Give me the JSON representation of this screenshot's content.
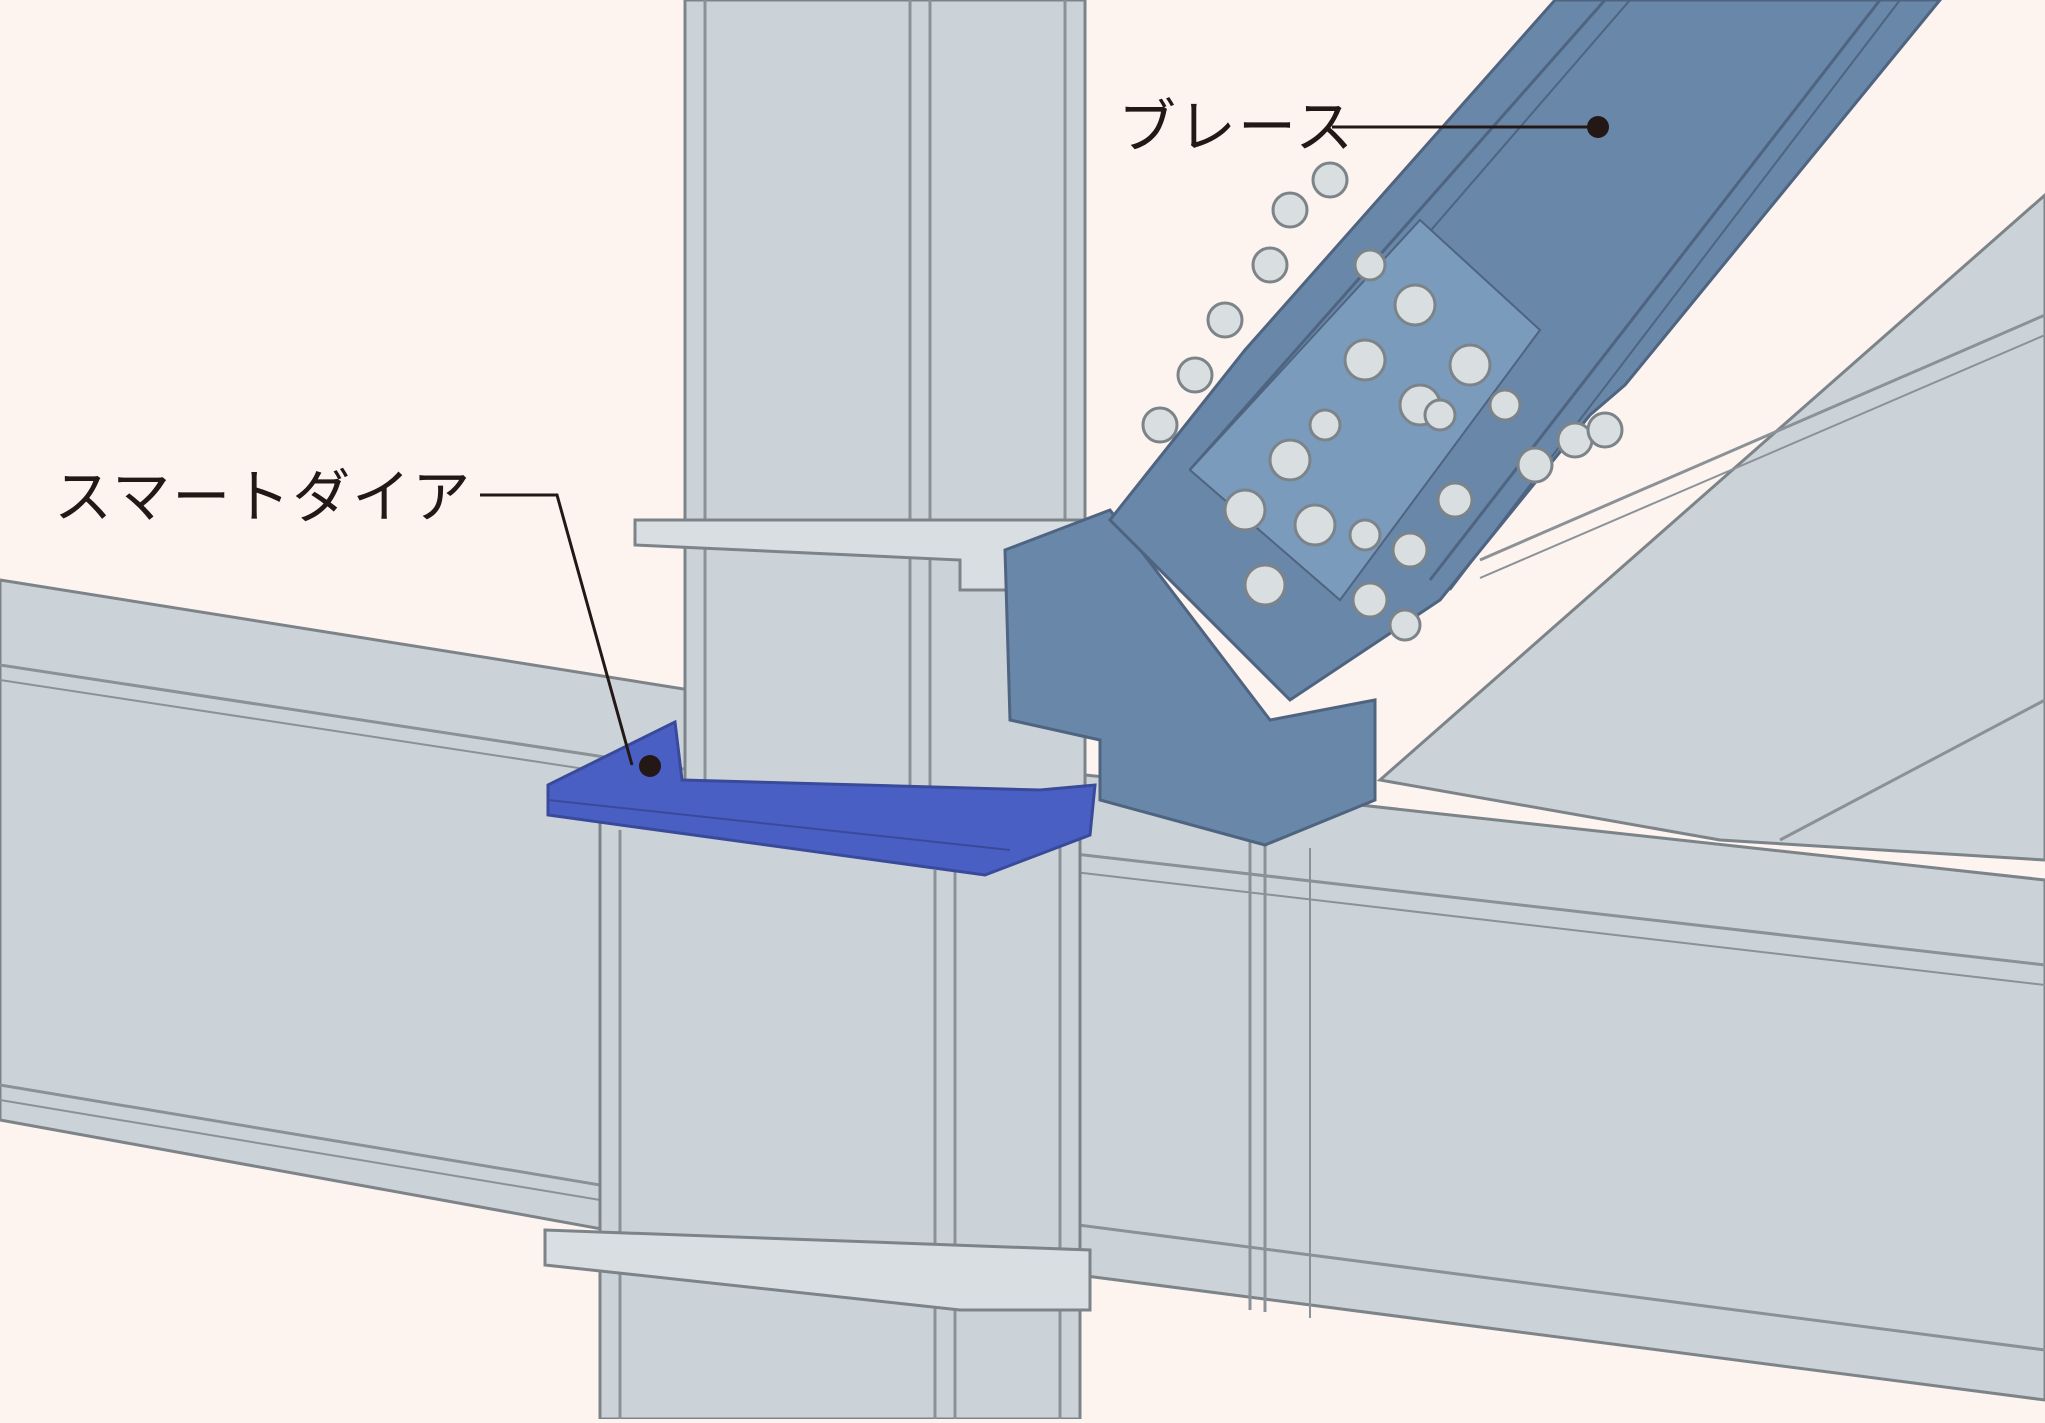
{
  "diagram": {
    "type": "3d-structural-illustration",
    "subject": "steel column-beam joint with brace and diaphragm",
    "colors": {
      "background": "#fdf3ef",
      "steel": "#ccd3d8",
      "steel_shadow": "#b9c1c7",
      "steel_edge": "#7c8489",
      "brace": "#6987a8",
      "brace_light": "#7b9bbd",
      "smart_diaphragm": "#4a5fc4",
      "bolt": "#d9dee0",
      "label_text": "#231815",
      "leader_line": "#231815"
    },
    "labels": [
      {
        "id": "brace",
        "text": "ブレース",
        "leader": "horizontal line ending in dot on brace member"
      },
      {
        "id": "smart-diaphragm",
        "text": "スマートダイア",
        "leader": "line with bend ending in dot on blue diaphragm plate"
      }
    ]
  }
}
